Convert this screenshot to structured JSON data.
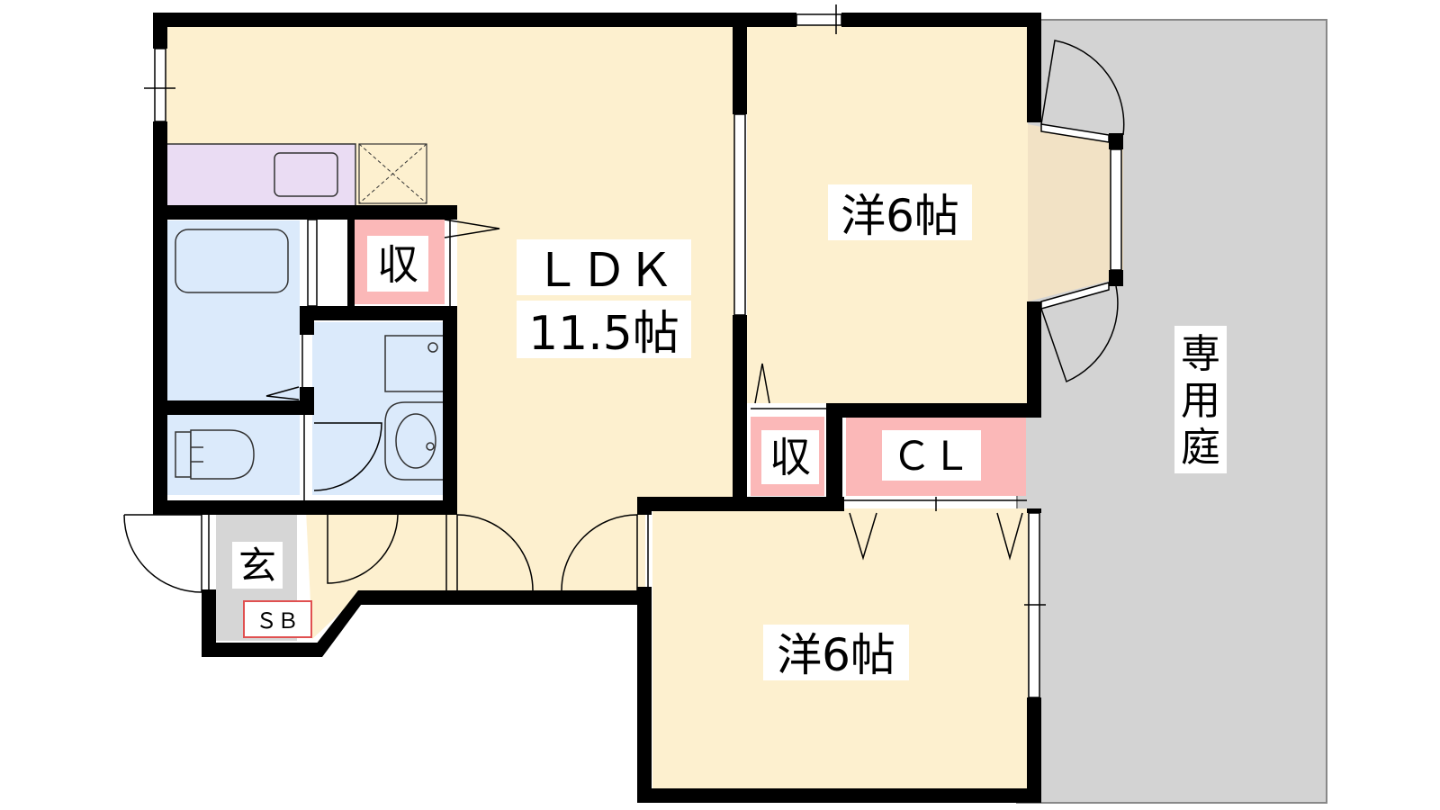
{
  "colors": {
    "wall": "#000000",
    "room_floor": "#fdf0cf",
    "bay_floor": "#f2e2c5",
    "garden": "#d3d3d3",
    "kitchen": "#eadcf3",
    "wet_area": "#dbeafb",
    "storage": "#fbb8b8",
    "entrance": "#d6d6d6"
  },
  "rooms": {
    "ldk_name": "ＬＤＫ",
    "ldk_size": "11.5帖",
    "west_room_north": "洋6帖",
    "west_room_south": "洋6帖",
    "storage_north": "収",
    "storage_south": "収",
    "closet": "ＣＬ",
    "entrance": "玄",
    "shoe_box": "ＳＢ",
    "private_garden": [
      "専",
      "用",
      "庭"
    ]
  }
}
